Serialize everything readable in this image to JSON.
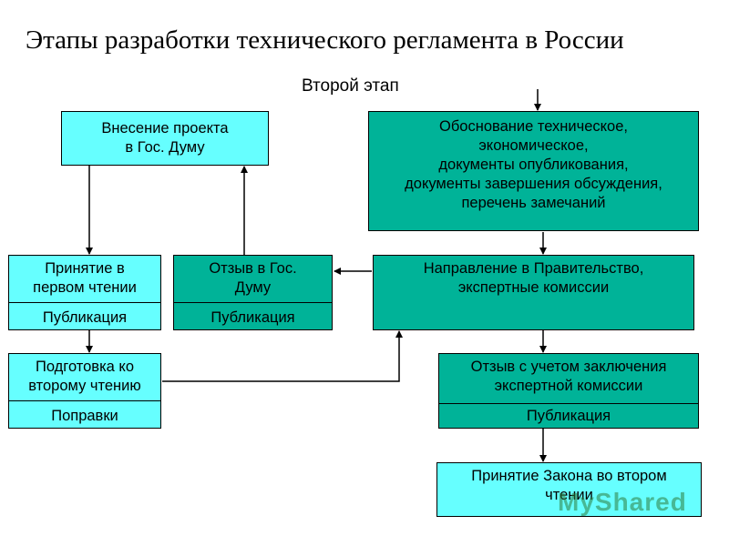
{
  "title": "Этапы разработки технического регламента в России",
  "stage_label": "Второй этап",
  "boxes": {
    "submit": {
      "lines": [
        "Внесение проекта",
        "в Гос. Думу"
      ]
    },
    "justification": {
      "lines": [
        "Обоснование техническое,",
        "экономическое,",
        "документы опубликования,",
        "документы завершения обсуждения,",
        "перечень замечаний"
      ]
    },
    "first_reading": {
      "lines": [
        "Принятие в",
        "первом чтении"
      ],
      "footer": "Публикация"
    },
    "feedback_duma": {
      "lines": [
        "Отзыв в Гос.",
        "Думу"
      ],
      "footer": "Публикация"
    },
    "government": {
      "lines": [
        "Направление в Правительство,",
        "экспертные комиссии"
      ]
    },
    "second_prep": {
      "lines": [
        "Подготовка ко",
        "второму чтению"
      ],
      "footer": "Поправки"
    },
    "expert_feedback": {
      "lines": [
        "Отзыв с учетом заключения",
        "экспертной комиссии"
      ],
      "footer": "Публикация"
    },
    "law_adoption": {
      "lines": [
        "Принятие Закона во втором",
        "чтении"
      ]
    }
  },
  "watermark": "MyShared",
  "colors": {
    "cyan": "#66ffff",
    "teal": "#00b398"
  }
}
